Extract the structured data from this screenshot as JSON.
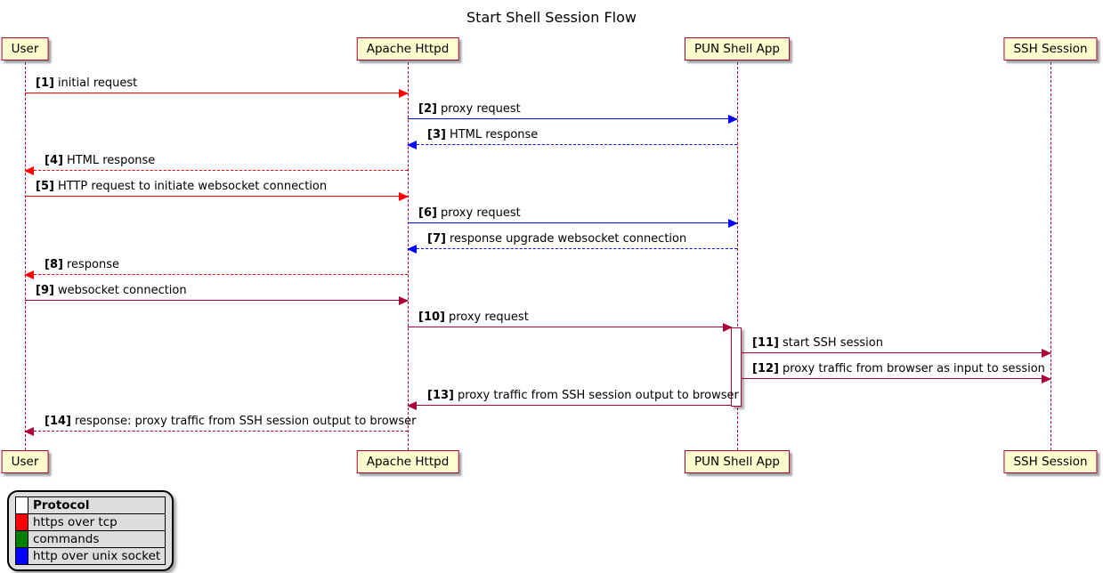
{
  "title": "Start Shell Session Flow",
  "participants": [
    {
      "name": "User"
    },
    {
      "name": "Apache Httpd"
    },
    {
      "name": "PUN Shell App"
    },
    {
      "name": "SSH Session"
    }
  ],
  "colors": {
    "participant_fill": "#FEFECE",
    "participant_border": "#A80036",
    "lifeline": "#A80036",
    "default_arrow": "#A80036",
    "https_over_tcp": "#FF0000",
    "commands": "#008000",
    "http_over_unix_socket": "#0000FF",
    "legend_background": "#DDDDDD",
    "legend_header_swatch": "#FFFFFF"
  },
  "messages": [
    {
      "num": "[1]",
      "text": "initial request",
      "from": "User",
      "to": "Apache Httpd",
      "color": "#FF0000",
      "line": "solid"
    },
    {
      "num": "[2]",
      "text": "proxy request",
      "from": "Apache Httpd",
      "to": "PUN Shell App",
      "color": "#0000FF",
      "line": "solid"
    },
    {
      "num": "[3]",
      "text": "HTML response",
      "from": "PUN Shell App",
      "to": "Apache Httpd",
      "color": "#0000FF",
      "line": "dotted"
    },
    {
      "num": "[4]",
      "text": "HTML response",
      "from": "Apache Httpd",
      "to": "User",
      "color": "#FF0000",
      "line": "dotted"
    },
    {
      "num": "[5]",
      "text": "HTTP request to initiate websocket connection",
      "from": "User",
      "to": "Apache Httpd",
      "color": "#FF0000",
      "line": "solid"
    },
    {
      "num": "[6]",
      "text": "proxy request",
      "from": "Apache Httpd",
      "to": "PUN Shell App",
      "color": "#0000FF",
      "line": "solid"
    },
    {
      "num": "[7]",
      "text": "response upgrade websocket connection",
      "from": "PUN Shell App",
      "to": "Apache Httpd",
      "color": "#0000FF",
      "line": "dotted"
    },
    {
      "num": "[8]",
      "text": "response",
      "from": "Apache Httpd",
      "to": "User",
      "color": "#FF0000",
      "line": "dotted"
    },
    {
      "num": "[9]",
      "text": "websocket connection",
      "from": "User",
      "to": "Apache Httpd",
      "color": "#A80036",
      "line": "solid"
    },
    {
      "num": "[10]",
      "text": "proxy request",
      "from": "Apache Httpd",
      "to": "PUN Shell App",
      "color": "#A80036",
      "line": "solid"
    },
    {
      "num": "[11]",
      "text": "start SSH session",
      "from": "PUN Shell App",
      "to": "SSH Session",
      "color": "#A80036",
      "line": "solid"
    },
    {
      "num": "[12]",
      "text": "proxy traffic from browser as input to session",
      "from": "PUN Shell App",
      "to": "SSH Session",
      "color": "#A80036",
      "line": "solid"
    },
    {
      "num": "[13]",
      "text": "proxy traffic from SSH session output to browser",
      "from": "PUN Shell App",
      "to": "Apache Httpd",
      "color": "#A80036",
      "line": "solid"
    },
    {
      "num": "[14]",
      "text": "response: proxy traffic from SSH session output to browser",
      "from": "Apache Httpd",
      "to": "User",
      "color": "#A80036",
      "line": "dotted"
    }
  ],
  "legend": {
    "header": "Protocol",
    "rows": [
      {
        "label": "https over tcp",
        "swatch": "#FF0000"
      },
      {
        "label": "commands",
        "swatch": "#008000"
      },
      {
        "label": "http over unix socket",
        "swatch": "#0000FF"
      }
    ]
  }
}
